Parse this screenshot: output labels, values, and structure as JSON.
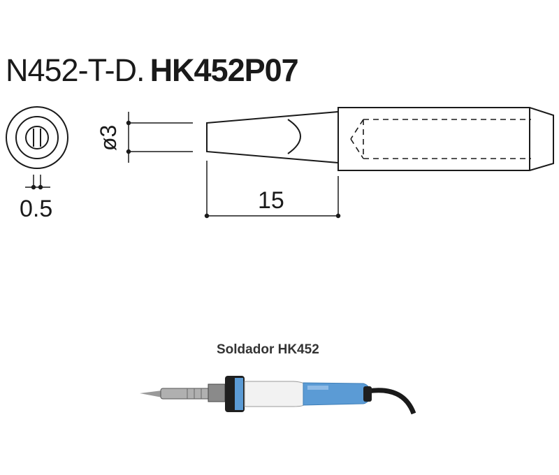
{
  "title": {
    "model": "N452-T-D.",
    "code": "HK452P07"
  },
  "dimensions": {
    "diameter": "ø3",
    "length": "15",
    "tip_thickness": "0.5"
  },
  "caption": "Soldador HK452",
  "colors": {
    "line": "#1a1a1a",
    "handle_blue": "#5b9bd5",
    "grip_white": "#f2f2f2",
    "ring_black": "#1f1f1f",
    "metal": "#b0b0b0"
  }
}
